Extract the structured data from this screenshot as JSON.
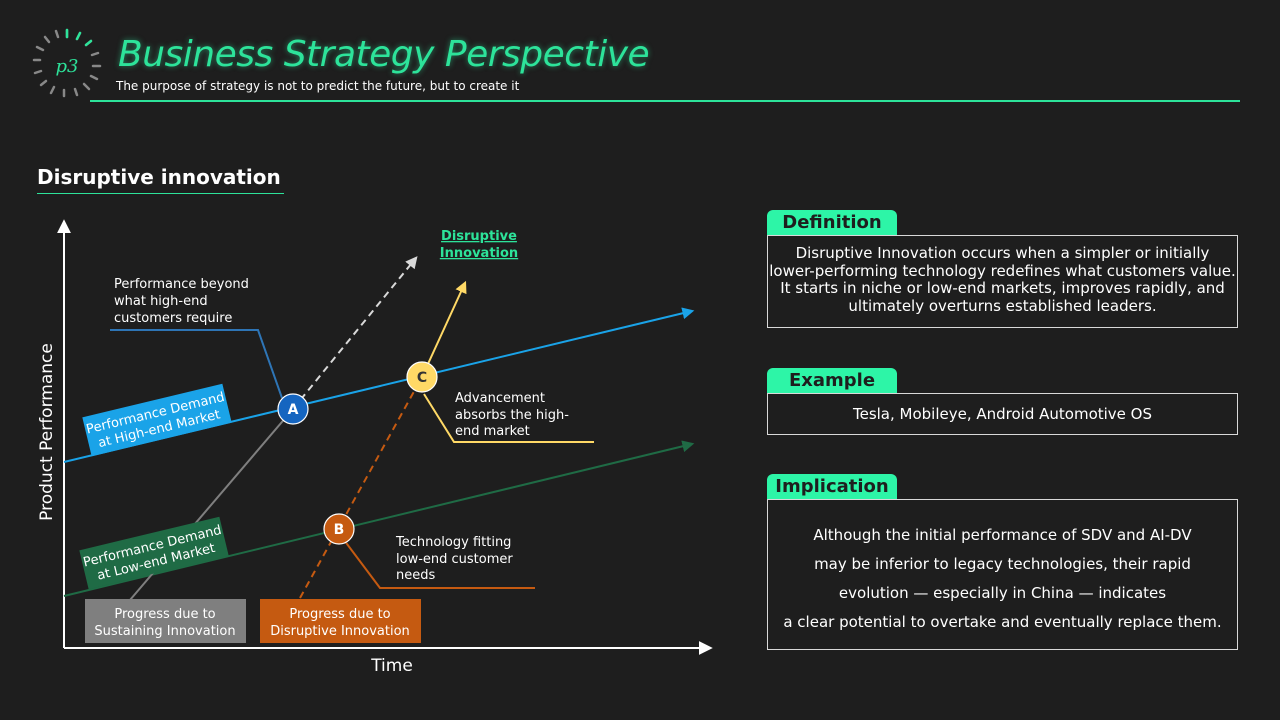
{
  "header": {
    "logo_text": "p3",
    "title": "Business Strategy Perspective",
    "subtitle": "The purpose of strategy is not to predict the future, but to create it"
  },
  "section_title": "Disruptive innovation",
  "diagram": {
    "axes": {
      "x": "Time",
      "y": "Product Performance"
    },
    "high_end_demand": [
      "Performance Demand",
      "at High-end Market"
    ],
    "low_end_demand": [
      "Performance Demand",
      "at Low-end Market"
    ],
    "sustaining_box": [
      "Progress due to",
      "Sustaining Innovation"
    ],
    "disruptive_box": [
      "Progress due to",
      "Disruptive Innovation"
    ],
    "disruptive_label": [
      "Disruptive",
      "Innovation"
    ],
    "points": {
      "a": "A",
      "b": "B",
      "c": "C"
    },
    "callout_a": [
      "Performance beyond",
      "what high-end",
      "customers require"
    ],
    "callout_b": [
      "Technology fitting",
      "low-end customer",
      "needs"
    ],
    "callout_c": [
      "Advancement",
      "absorbs the high-",
      "end market"
    ],
    "colors": {
      "high_end": "#1aa3e8",
      "low_end": "#1f6b45",
      "sustaining": "#7f7f7f",
      "disruptive": "#c55a11",
      "point_c": "#ffd966",
      "accent": "#2de39a"
    }
  },
  "definition": {
    "tab": "Definition",
    "lines": [
      "Disruptive Innovation occurs when a simpler or initially",
      "lower-performing technology redefines what customers value.",
      "It starts in niche or low-end markets, improves rapidly, and",
      "ultimately overturns established leaders."
    ]
  },
  "example": {
    "tab": "Example",
    "text": "Tesla, Mobileye, Android Automotive OS"
  },
  "implication": {
    "tab": "Implication",
    "lines": [
      "Although the initial performance of SDV and AI-DV",
      "may be inferior to legacy technologies, their rapid",
      "evolution — especially in China — indicates",
      "a clear potential to overtake and eventually replace them."
    ]
  }
}
